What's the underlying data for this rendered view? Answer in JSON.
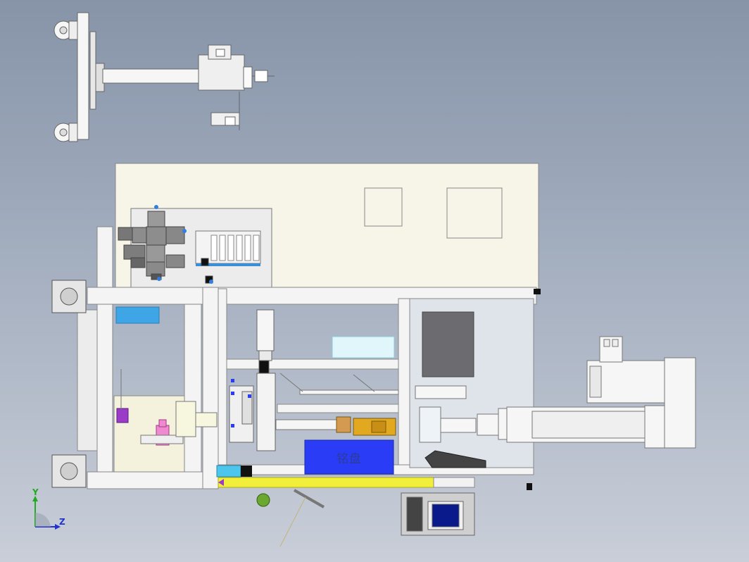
{
  "viewport": {
    "background_top": "#8794a8",
    "background_bottom": "#c9ced8"
  },
  "model": {
    "component_label": "铭盘",
    "label_color": "#2a3c9a"
  },
  "triad": {
    "y_label": "Y",
    "z_label": "Z",
    "y_color": "#22aa22",
    "z_color": "#2233cc"
  },
  "colors": {
    "panel_cream": "#f7f5e8",
    "frame_white": "#f4f4f4",
    "blue_block": "#2a3cf5",
    "cyan_block": "#3ea6e6",
    "yellow_rail": "#f2ef3a",
    "purple_part": "#9a3cc8",
    "pink_part": "#f08ad0",
    "gold_part": "#e2a820",
    "dark_window": "#6b6b70",
    "navy_screen": "#0a1a8a"
  }
}
